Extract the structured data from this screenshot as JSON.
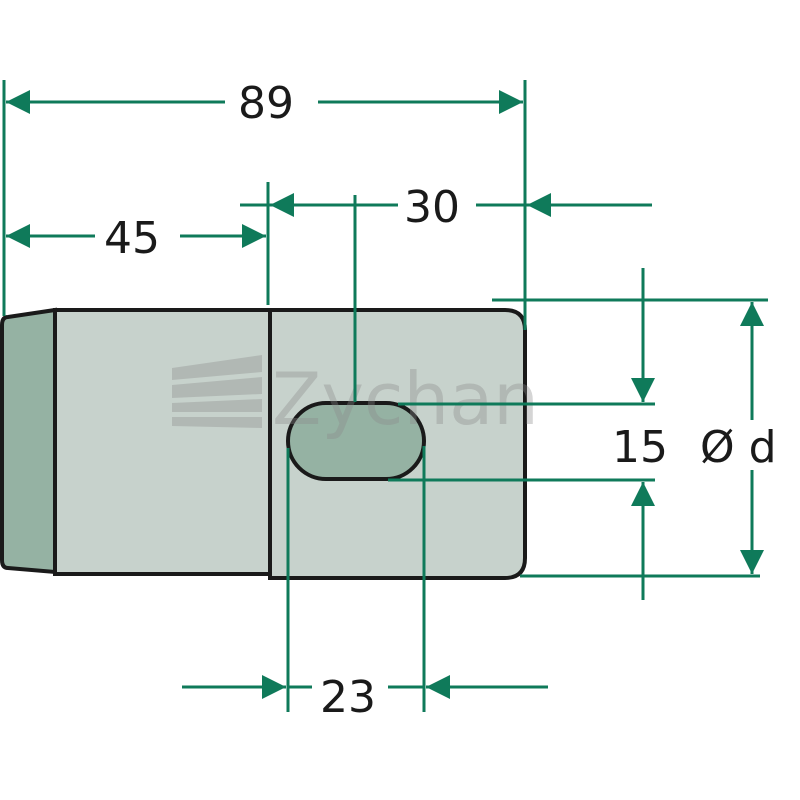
{
  "drawing": {
    "dimensions": {
      "total_length": "89",
      "first_section": "45",
      "slot_offset": "30",
      "slot_width": "23",
      "slot_length": "15",
      "diameter": "Ø d"
    },
    "watermark": {
      "brand": "Zychan"
    },
    "colors": {
      "dimension_green": "#0f7a5a",
      "body_light": "#c7d2cc",
      "body_dark": "#95b2a3",
      "outline": "#1a1a1a"
    }
  }
}
